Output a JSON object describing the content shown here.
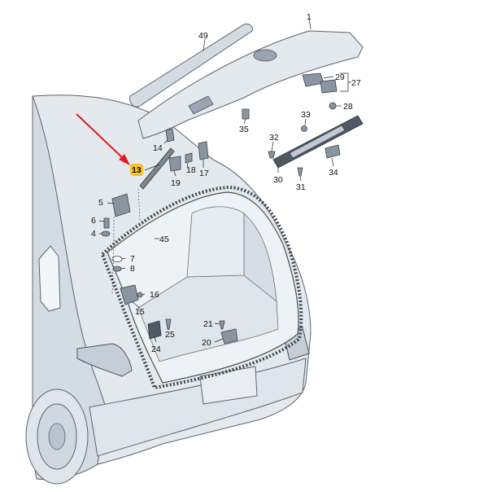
{
  "colors": {
    "arrow": "#e01b1b",
    "highlight": "#f2c230"
  },
  "highlighted_part": "13",
  "labels": {
    "p1": "1",
    "p49": "49",
    "p29": "29",
    "p27": "27",
    "p28": "28",
    "p33": "33",
    "p35": "35",
    "p32": "32",
    "p34": "34",
    "p30": "30",
    "p31": "31",
    "p14": "14",
    "p13": "13",
    "p18": "18",
    "p17": "17",
    "p19": "19",
    "p5": "5",
    "p6": "6",
    "p4": "4",
    "p45": "45",
    "p7": "7",
    "p8": "8",
    "p16": "16",
    "p15": "15",
    "p25": "25",
    "p24": "24",
    "p21": "21",
    "p20": "20"
  }
}
